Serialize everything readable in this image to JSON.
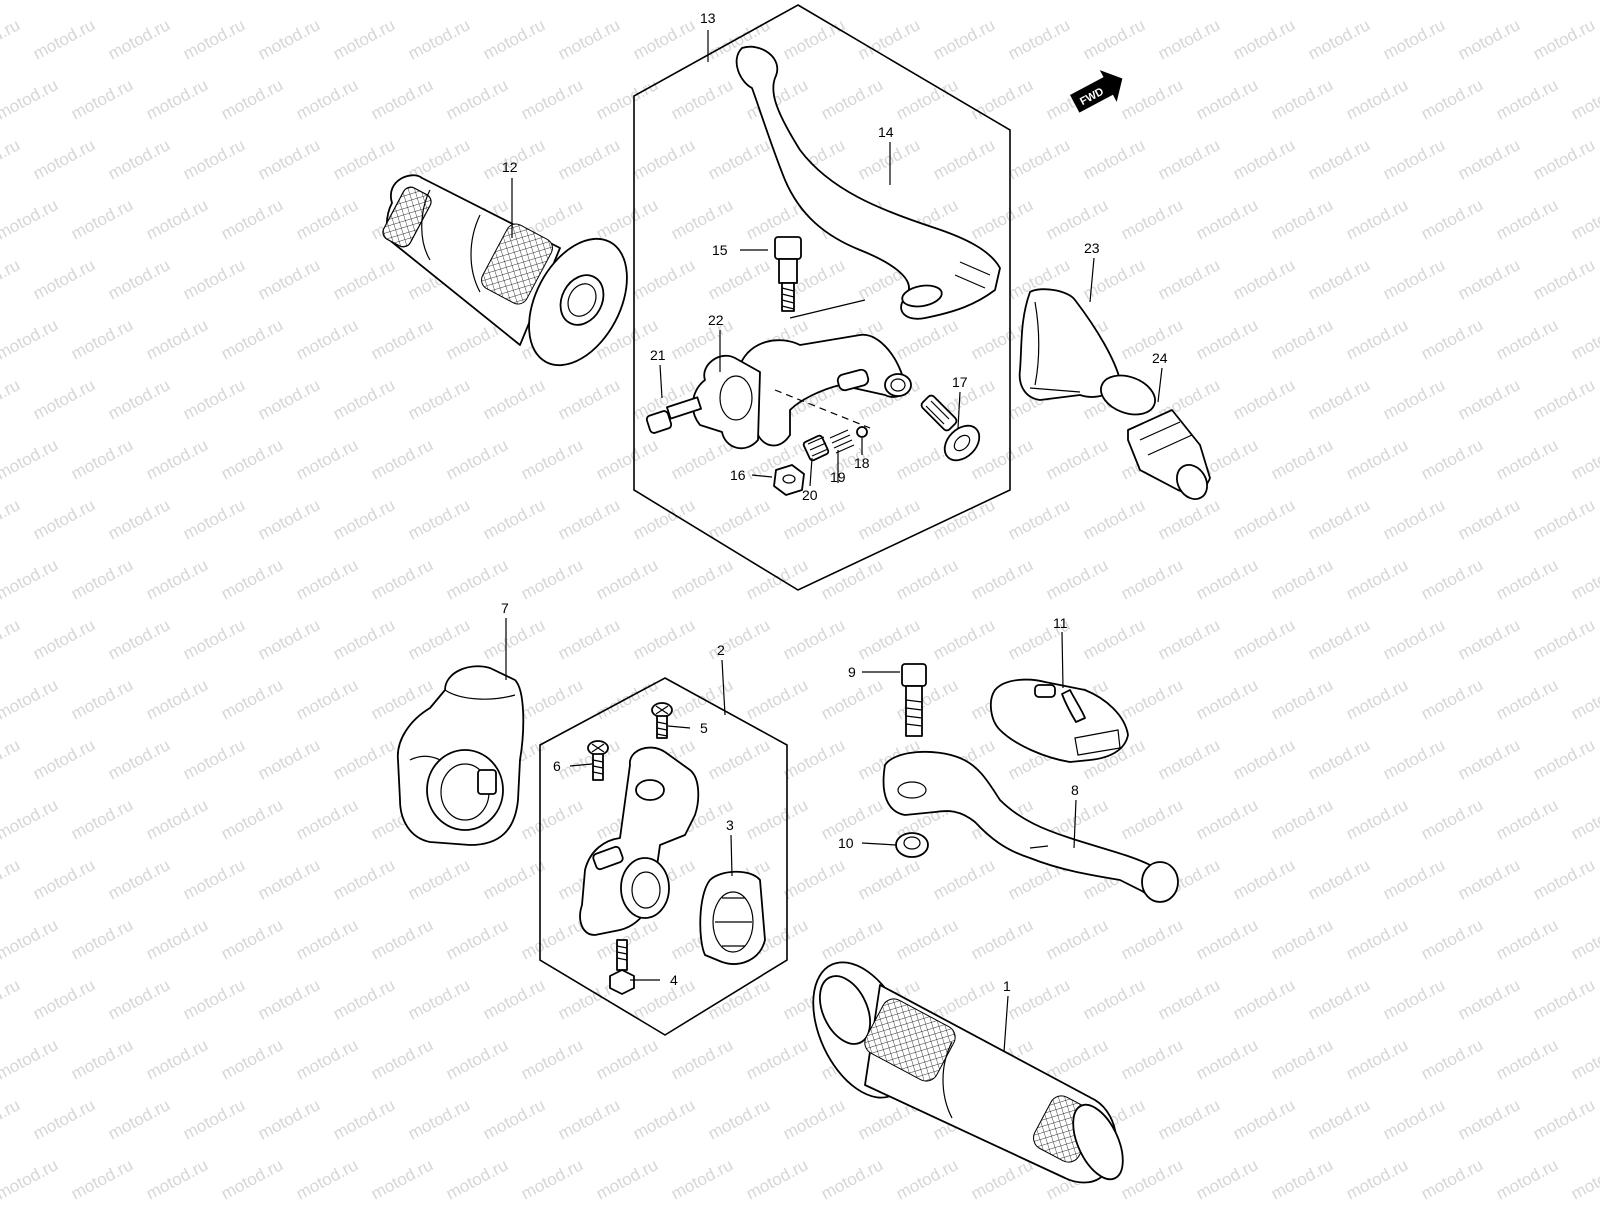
{
  "watermark": {
    "text": "motod.ru"
  },
  "fwd_badge": {
    "label": "FWD"
  },
  "callouts": {
    "c1": "1",
    "c2": "2",
    "c3": "3",
    "c4": "4",
    "c5": "5",
    "c6": "6",
    "c7": "7",
    "c8": "8",
    "c9": "9",
    "c10": "10",
    "c11": "11",
    "c12": "12",
    "c13": "13",
    "c14": "14",
    "c15": "15",
    "c16": "16",
    "c17": "17",
    "c18": "18",
    "c19": "19",
    "c20": "20",
    "c21": "21",
    "c22": "22",
    "c23": "23",
    "c24": "24"
  }
}
